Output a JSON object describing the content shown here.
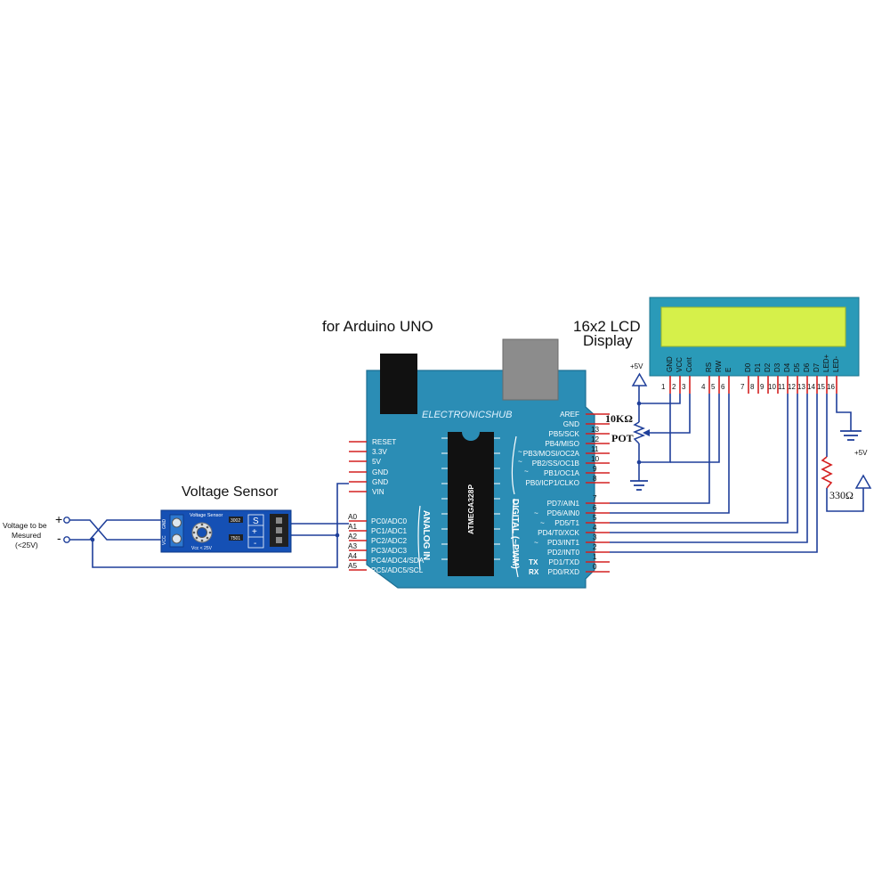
{
  "colors": {
    "board": "#2b8db5",
    "board_edge": "#1d6f93",
    "wire": "#1f3f9a",
    "pin": "#d42020",
    "lcd_screen": "#d6f04a",
    "lcd_frame": "#2a9ab8",
    "sensor": "#1550b4"
  },
  "titles": {
    "arduino": "for Arduino UNO",
    "lcd_line1": "16x2 LCD",
    "lcd_line2": "Display",
    "sensor": "Voltage Sensor"
  },
  "input": {
    "label_line1": "Voltage to be",
    "label_line2": "Mesured",
    "label_line3": "(<25V)",
    "plus": "+",
    "minus": "-"
  },
  "sensor_module": {
    "pin_gnd": "GND",
    "pin_vcc": "VCC",
    "name": "Voltage Sensor",
    "rating": "Vcc < 25V",
    "res1": "3002",
    "res2": "7501",
    "sig_s": "S",
    "sig_plus": "+",
    "sig_minus": "-"
  },
  "arduino": {
    "brand": "ELECTRONICSHUB",
    "chip": "ATMEGA328P",
    "analog_header": "ANALOG IN",
    "digital_header": "DIGITAL (~PWM)",
    "power_pins": [
      "RESET",
      "3.3V",
      "5V",
      "GND",
      "GND",
      "VIN"
    ],
    "analog_outer": [
      "A0",
      "A1",
      "A2",
      "A3",
      "A4",
      "A5"
    ],
    "analog_pins": [
      "PC0/ADC0",
      "PC1/ADC1",
      "PC2/ADC2",
      "PC3/ADC3",
      "PC4/ADC4/SDA",
      "PC5/ADC5/SCL"
    ],
    "right_top_labels": [
      "AREF",
      "GND",
      "PB5/SCK",
      "PB4/MISO",
      "PB3/MOSI/OC2A",
      "PB2/SS/OC1B",
      "PB1/OC1A",
      "PB0/ICP1/CLKO"
    ],
    "right_top_numbers": [
      "",
      "",
      "13",
      "12",
      "11",
      "10",
      "9",
      "8"
    ],
    "right_bottom_labels": [
      "PD7/AIN1",
      "PD6/AIN0",
      "PD5/T1",
      "PD4/T0/XCK",
      "PD3/INT1",
      "PD2/INT0",
      "PD1/TXD",
      "PD0/RXD"
    ],
    "right_bottom_numbers": [
      "7",
      "6",
      "5",
      "4",
      "3",
      "2",
      "1",
      "0"
    ],
    "tx": "TX",
    "rx": "RX",
    "tilde": "~"
  },
  "lcd": {
    "pin_labels": [
      "GND",
      "VCC",
      "Cont",
      "RS",
      "RW",
      "E",
      "D0",
      "D1",
      "D2",
      "D3",
      "D4",
      "D5",
      "D6",
      "D7",
      "LED+",
      "LED-"
    ],
    "pin_numbers": [
      "1",
      "2",
      "3",
      "4",
      "5",
      "6",
      "7",
      "8",
      "9",
      "10",
      "11",
      "12",
      "13",
      "14",
      "15",
      "16"
    ]
  },
  "components": {
    "pot_value": "10KΩ",
    "pot_name": "POT",
    "resistor": "330Ω",
    "vcc_left": "+5V",
    "vcc_right": "+5V"
  }
}
